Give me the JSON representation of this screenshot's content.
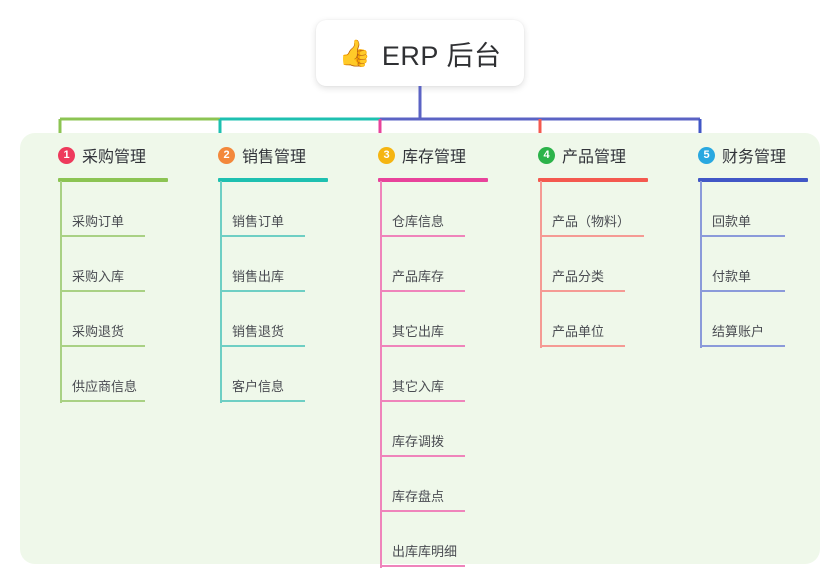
{
  "diagram": {
    "type": "mindmap",
    "root": {
      "icon": "thumbs-up-icon",
      "emoji": "👍",
      "label": "ERP 后台"
    },
    "panel_color": "#eff8ea",
    "trunk_color": "#5b63c4",
    "trunk_segments": [
      {
        "from": "branch-1",
        "to": "branch-2",
        "color": "#8cc453"
      },
      {
        "from": "branch-2",
        "to": "branch-3",
        "color": "#1ec0b0"
      },
      {
        "from": "branch-3",
        "to": "branch-5",
        "color": "#5b63c4"
      }
    ],
    "branches": [
      {
        "index": "1",
        "title": "采购管理",
        "badge_color": "#ee3a5c",
        "line_color": "#8cc453",
        "leaf_color": "#a9d184",
        "items": [
          {
            "label": "采购订单"
          },
          {
            "label": "采购入库"
          },
          {
            "label": "采购退货"
          },
          {
            "label": "供应商信息"
          }
        ]
      },
      {
        "index": "2",
        "title": "销售管理",
        "badge_color": "#f3883b",
        "line_color": "#1ec0b0",
        "leaf_color": "#6ecfc4",
        "items": [
          {
            "label": "销售订单"
          },
          {
            "label": "销售出库"
          },
          {
            "label": "销售退货"
          },
          {
            "label": "客户信息"
          }
        ]
      },
      {
        "index": "3",
        "title": "库存管理",
        "badge_color": "#f5b512",
        "line_color": "#e8439b",
        "leaf_color": "#ef84bb",
        "items": [
          {
            "label": "仓库信息"
          },
          {
            "label": "产品库存"
          },
          {
            "label": "其它出库"
          },
          {
            "label": "其它入库"
          },
          {
            "label": "库存调拨"
          },
          {
            "label": "库存盘点"
          },
          {
            "label": "出库库明细"
          }
        ]
      },
      {
        "index": "4",
        "title": "产品管理",
        "badge_color": "#2cb34a",
        "line_color": "#f4594f",
        "leaf_color": "#f59a94",
        "items": [
          {
            "label": "产品（物料）",
            "wide": true
          },
          {
            "label": "产品分类"
          },
          {
            "label": "产品单位"
          }
        ]
      },
      {
        "index": "5",
        "title": "财务管理",
        "badge_color": "#29a8e0",
        "line_color": "#4157c6",
        "leaf_color": "#8b9ada",
        "items": [
          {
            "label": "回款单"
          },
          {
            "label": "付款单"
          },
          {
            "label": "结算账户"
          }
        ]
      }
    ]
  }
}
